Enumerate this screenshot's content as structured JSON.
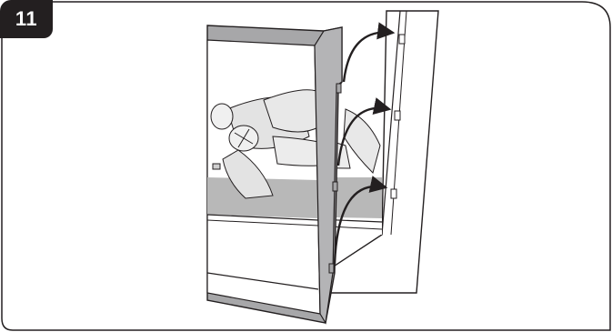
{
  "step": {
    "number": "11"
  },
  "colors": {
    "badge": "#231f20",
    "border": "#231f20",
    "door_frame": "#a7a7a9",
    "logs": "#e3e3e3",
    "ember_bed": "#b8b8b8",
    "arrow": "#231f20"
  },
  "illustration": {
    "subject": "fireplace-door-frame-hinge-installation",
    "arrows": 3
  }
}
